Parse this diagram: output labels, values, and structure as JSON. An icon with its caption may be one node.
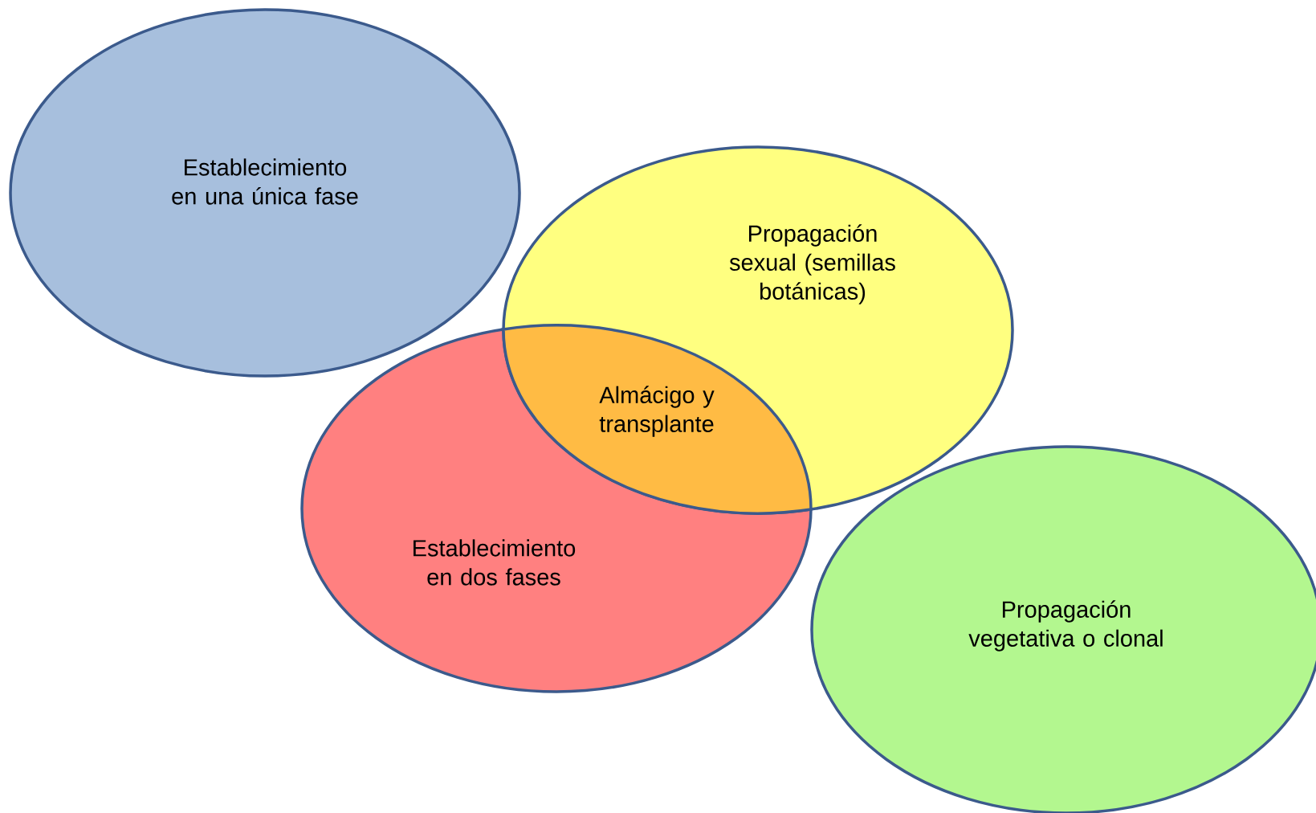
{
  "diagram": {
    "nodes": [
      {
        "text": [
          "Establecimiento en una única fase"
        ]
      },
      {
        "text": [
          "Propagación sexual (semillas botánicas)"
        ]
      },
      {
        "text": [
          "Almácigo y transplante"
        ]
      },
      {
        "text": [
          "Establecimiento en dos fases"
        ]
      },
      {
        "text": [
          "Propagación vegetativa o clonal"
        ]
      }
    ]
  }
}
